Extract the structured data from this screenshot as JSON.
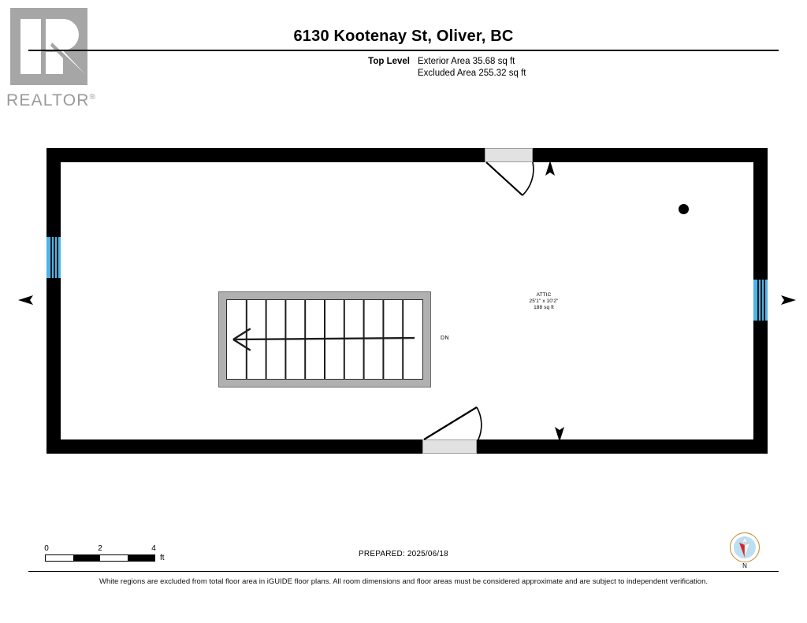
{
  "branding": {
    "logo_text": "REALTOR",
    "logo_registered_mark": "®"
  },
  "header": {
    "title": "6130 Kootenay St, Oliver, BC",
    "level_label": "Top Level",
    "exterior_area": "Exterior Area 35.68 sq ft",
    "excluded_area": "Excluded Area 255.32 sq ft"
  },
  "plan": {
    "rooms": [
      {
        "name": "ATTIC",
        "dimensions": "25'1\" x 10'2\"",
        "area": "188 sq ft"
      }
    ],
    "stairs": {
      "direction_label": "DN",
      "step_count": 9
    },
    "windows": [
      {
        "id": "window-left",
        "wall": "west"
      },
      {
        "id": "window-right",
        "wall": "east"
      }
    ],
    "doors": [
      {
        "id": "door-top",
        "wall": "north"
      },
      {
        "id": "door-bottom",
        "wall": "south"
      }
    ],
    "markers": [
      {
        "id": "ceiling-dot",
        "kind": "point-marker"
      }
    ],
    "colors": {
      "wall": "#000000",
      "window": "#4db3e8",
      "stair_frame": "#b0b0b0",
      "door_panel": "#e2e2e2"
    }
  },
  "scale": {
    "ticks": [
      "0",
      "2",
      "4"
    ],
    "unit": "ft"
  },
  "footer": {
    "prepared": "PREPARED: 2025/06/18",
    "compass_label": "N",
    "disclaimer": "White regions are excluded from total floor area in iGUIDE floor plans. All room dimensions and floor areas must be considered approximate and are subject to independent verification."
  }
}
